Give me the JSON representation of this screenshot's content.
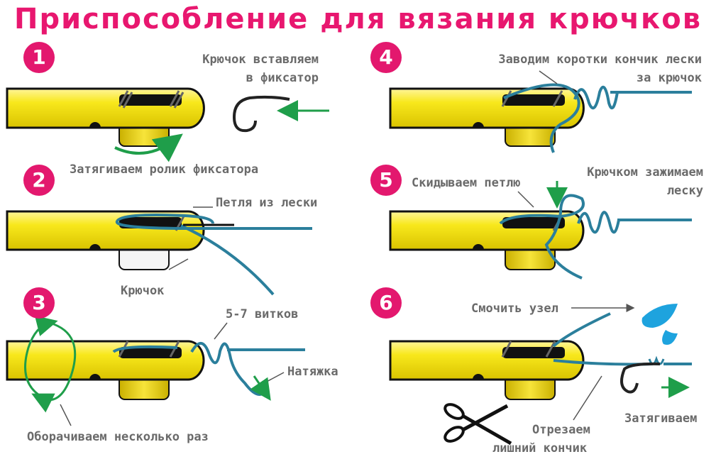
{
  "title": "Приспособление для вязания крючков",
  "steps": [
    {
      "number": "1"
    },
    {
      "number": "2"
    },
    {
      "number": "3"
    },
    {
      "number": "4"
    },
    {
      "number": "5"
    },
    {
      "number": "6"
    }
  ],
  "labels": {
    "s1_insert_line1": "Крючок вставляем",
    "s1_insert_line2": "в фиксатор",
    "s1_roller": "Затягиваем ролик фиксатора",
    "s2_loop": "Петля из лески",
    "s2_hook": "Крючок",
    "s3_turns": "5-7 витков",
    "s3_tension": "Натяжка",
    "s3_wrap": "Оборачиваем несколько раз",
    "s4_line1": "Заводим коротки кончик лески",
    "s4_line2": "за крючок",
    "s5_drop": "Скидываем петлю",
    "s5_clamp_line1": "Крючком зажимаем",
    "s5_clamp_line2": "леску",
    "s6_wet": "Смочить узел",
    "s6_tighten": "Затягиваем",
    "s6_cut_line1": "Отрезаем",
    "s6_cut_line2": "лишний кончик"
  },
  "colors": {
    "accent": "#e3186e",
    "tube": "#f6e71d",
    "line": "#2b7f9c",
    "arrow": "#1f9e4a",
    "water": "#1ea3de",
    "label": "#6a6a6a"
  },
  "icons": [
    "fish-hook-icon",
    "left-arrow-icon",
    "roller-icon",
    "scissors-icon",
    "water-drops-icon",
    "right-arrow-icon"
  ]
}
